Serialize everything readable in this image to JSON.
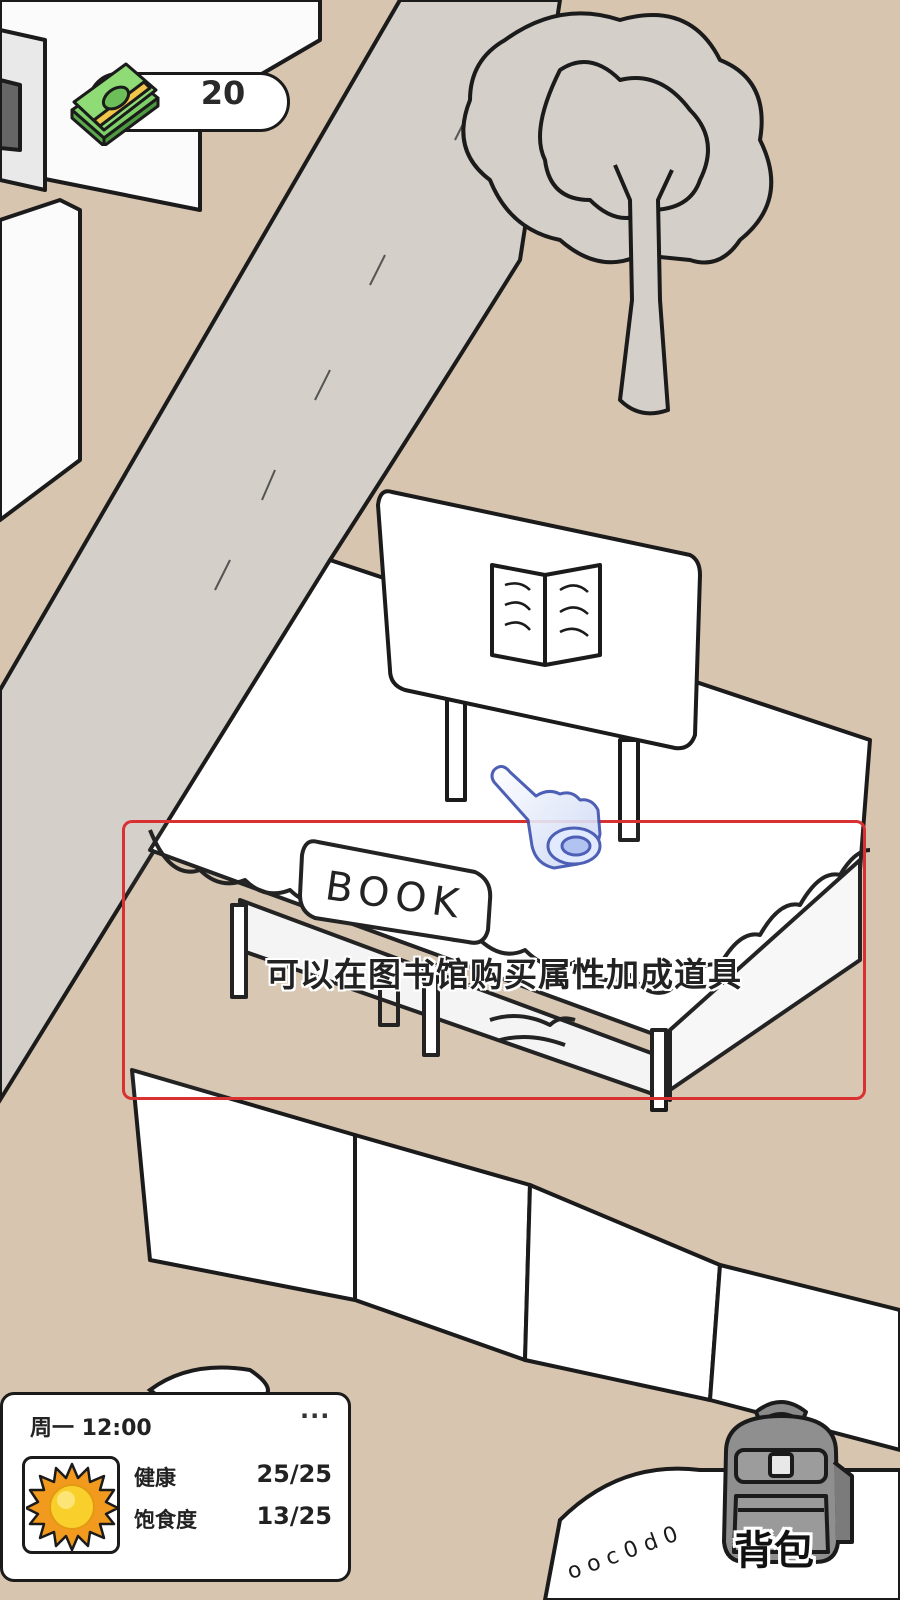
{
  "hud": {
    "money_value": "20",
    "money_icon": "cash-stack-icon"
  },
  "scene": {
    "book_sign": "BOOK",
    "map_markings": "o o c 0 d 0"
  },
  "tutorial": {
    "hint": "可以在图书馆购买属性加成道具",
    "highlight_color": "#d93131"
  },
  "status": {
    "day_time": "周一 12:00",
    "menu": "···",
    "weather_icon": "sun-icon",
    "stats": [
      {
        "label": "健康",
        "value": "25/25"
      },
      {
        "label": "饱食度",
        "value": "13/25"
      }
    ]
  },
  "backpack": {
    "label": "背包",
    "icon": "backpack-icon"
  },
  "colors": {
    "ground": "#d7c5b0",
    "road": "#d4cfc8",
    "outline": "#1b1b1b"
  }
}
